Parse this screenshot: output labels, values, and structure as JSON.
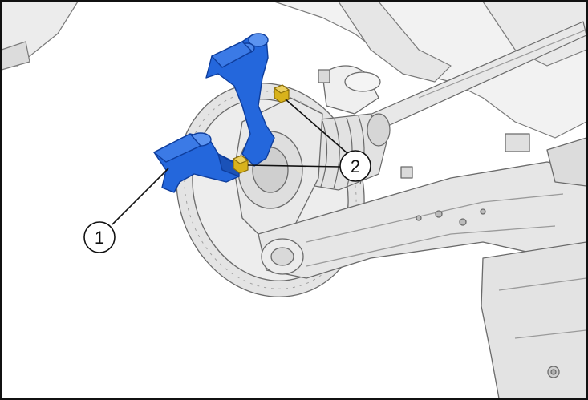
{
  "callouts": [
    {
      "id": "1",
      "label": "1"
    },
    {
      "id": "2",
      "label": "2"
    }
  ],
  "colors": {
    "highlight_part": "#1f5fd6",
    "highlight_part_dark": "#0e3d9c",
    "fastener": "#d8b21c",
    "fastener_dark": "#8a6d08",
    "line_art": "#6a6a6a",
    "fill_light": "#efefef",
    "fill_mid": "#dedede",
    "fill_dark": "#c8c8c8",
    "frame": "#111111"
  }
}
